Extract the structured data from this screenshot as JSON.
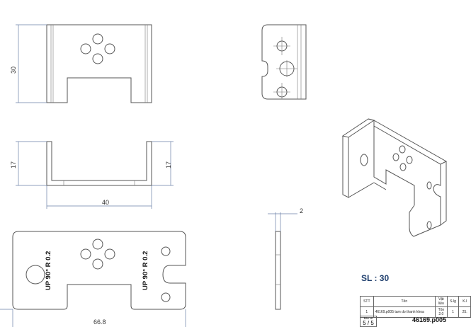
{
  "dimensions": {
    "front_height": "30",
    "side_left_height": "17",
    "side_right_height": "17",
    "side_width": "40",
    "thickness": "2",
    "flat_length": "66.8"
  },
  "bend_notes": [
    "UP 90°  R 0.2",
    "UP 90°  R 0.2"
  ],
  "quantity_label": "SL : 30",
  "title_block": {
    "headers": [
      "STT",
      "Tên",
      "Vật liệu",
      "S.lg",
      "K.l"
    ],
    "row": [
      "1",
      "46169.p005 tam do thanh khoa",
      "Tôn 2.0",
      "1",
      "25."
    ],
    "sheet_label": "Bản vẽ",
    "sheet_number": "5 / 5",
    "drawing_code": "46169.p005"
  }
}
